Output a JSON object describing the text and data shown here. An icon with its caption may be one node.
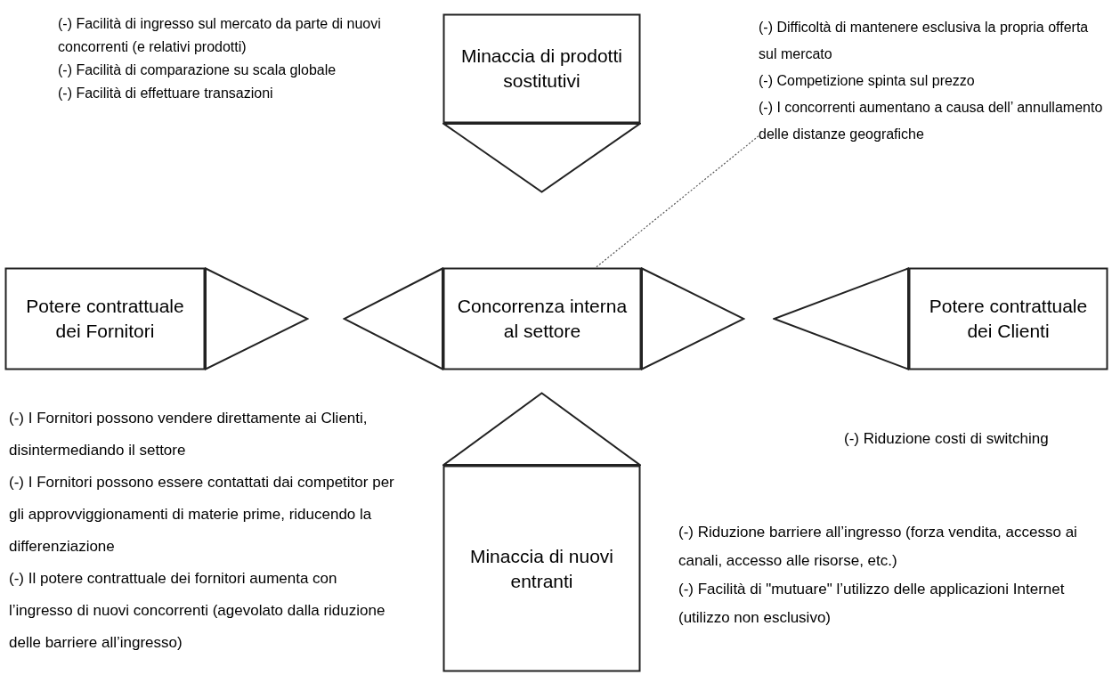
{
  "diagram": {
    "nodes": [
      {
        "text": [
          "Minaccia di prodotti sostitutivi"
        ]
      },
      {
        "text": [
          "(-) Difficoltà di mantenere esclusiva la propria offerta sul mercato",
          "(-) Competizione spinta sul prezzo",
          "(-) I concorrenti aumentano a causa dell’ annullamento delle distanze geografiche"
        ]
      },
      {
        "text": [
          "Potere contrattuale dei Fornitori"
        ]
      },
      {
        "text": [
          "Concorrenza interna al settore"
        ]
      },
      {
        "text": [
          "Potere contrattuale dei Clienti"
        ]
      },
      {
        "text": [
          "Minaccia di nuovi entranti"
        ]
      }
    ],
    "edges": [
      {
        "from": 1,
        "to": 3,
        "arrow": "none",
        "style": "dashed"
      }
    ],
    "labels": [
      "(-) Facilità di ingresso sul mercato da parte di nuovi concorrenti (e relativi prodotti)",
      "(-) Facilità di comparazione su scala globale",
      "(-) Facilità di effettuare transazioni",
      "(-) I Fornitori possono vendere direttamente ai Clienti, disintermediando il settore",
      "(-) I Fornitori possono essere contattati dai competitor per gli approvviggionamenti di materie prime, riducendo la differenziazione",
      "(-) Il potere contrattuale dei fornitori aumenta con l’ingresso di nuovi concorrenti (agevolato dalla riduzione delle barriere all’ingresso)",
      "(-) Riduzione costi di switching",
      "(-) Riduzione barriere all’ingresso (forza vendita, accesso ai canali, accesso alle risorse, etc.)",
      "(-) Facilità di \"mutuare\" l’utilizzo delle applicazioni Internet (utilizzo non esclusivo)"
    ]
  }
}
